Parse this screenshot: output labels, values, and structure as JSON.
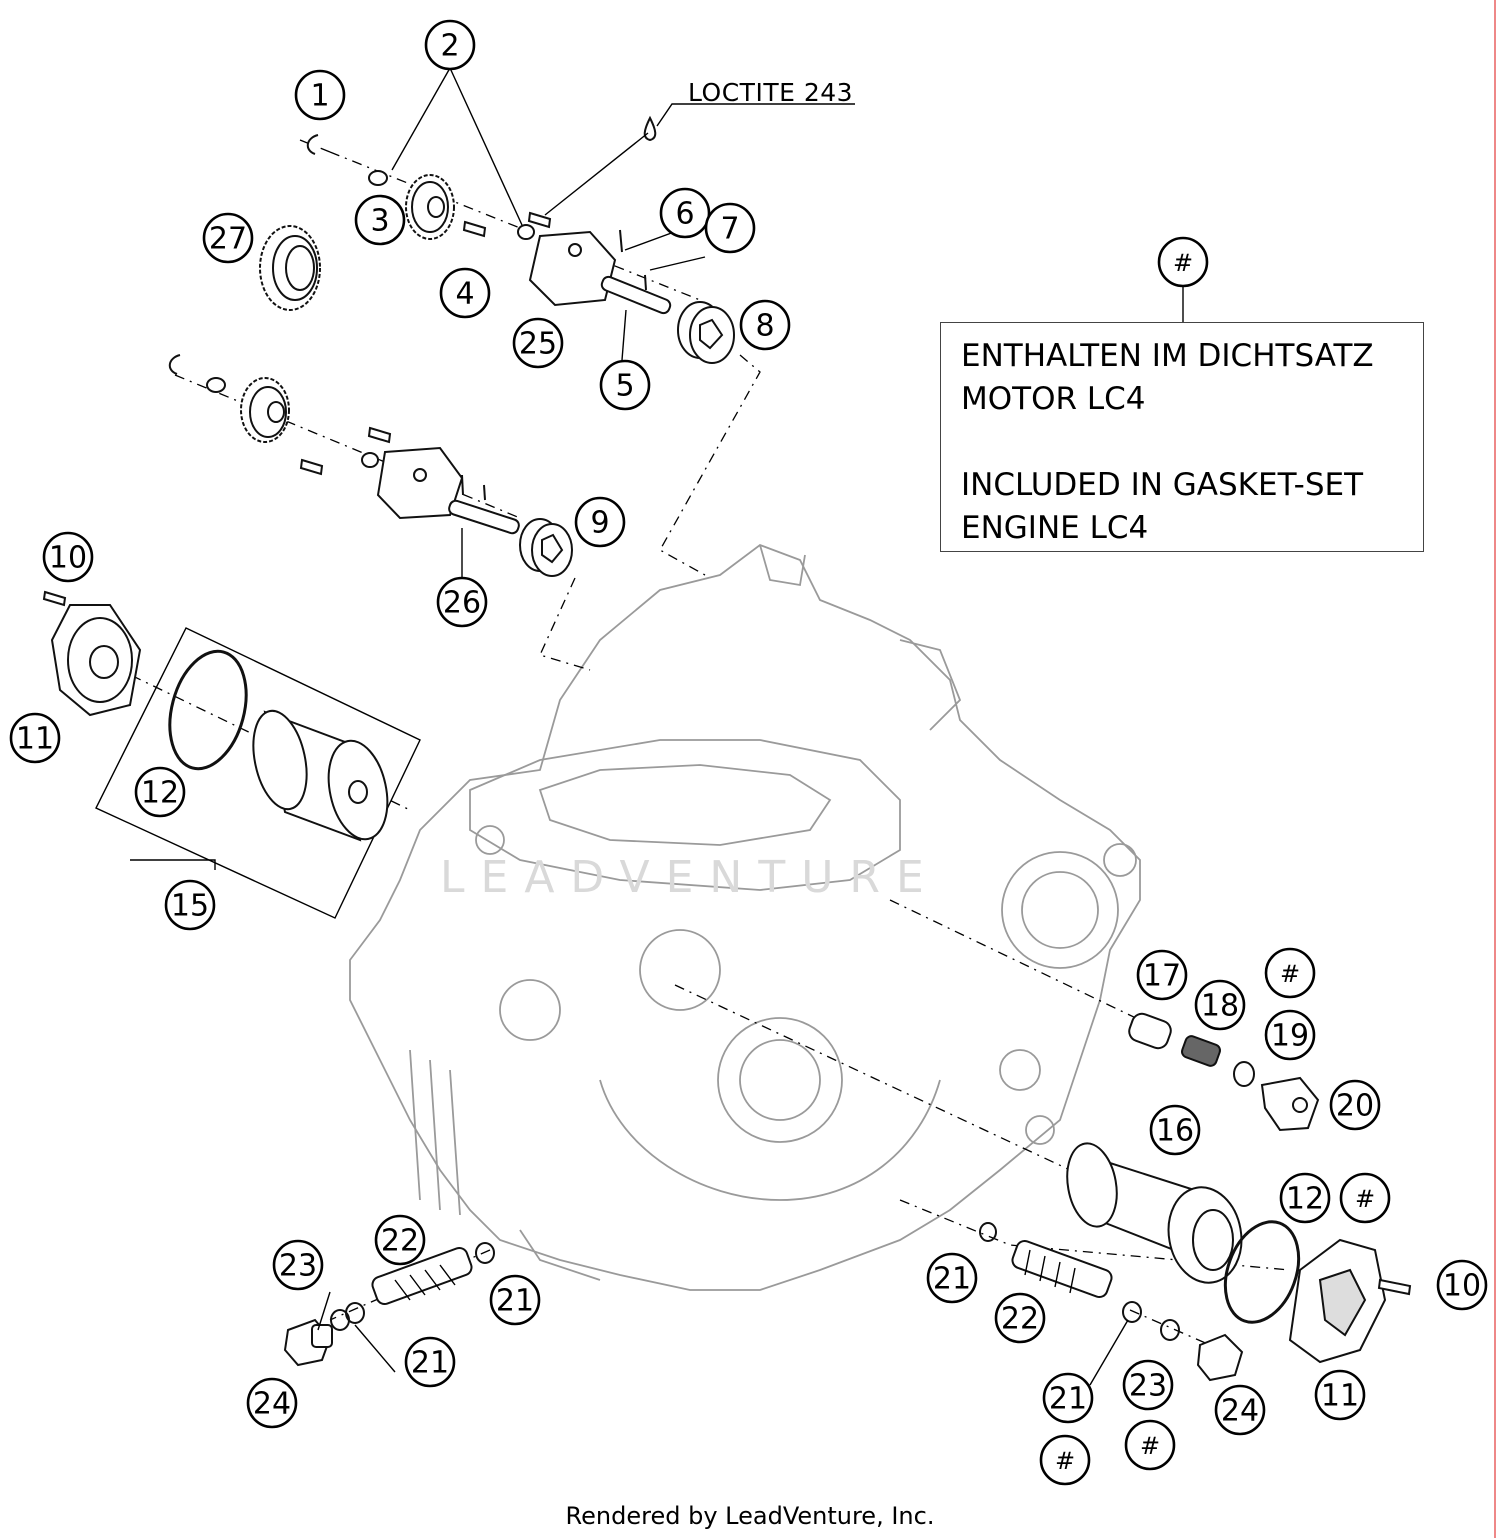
{
  "loctite_label": "LOCTITE 243",
  "note_box": {
    "symbol": "#",
    "line1": "ENTHALTEN IM DICHTSATZ",
    "line2": "MOTOR LC4",
    "line3": "INCLUDED IN GASKET-SET",
    "line4": "ENGINE LC4"
  },
  "watermark": "LEADVENTURE",
  "footer": "Rendered by LeadVenture, Inc.",
  "callouts": [
    {
      "id": "c1",
      "label": "1"
    },
    {
      "id": "c2",
      "label": "2"
    },
    {
      "id": "c3",
      "label": "3"
    },
    {
      "id": "c4",
      "label": "4"
    },
    {
      "id": "c5",
      "label": "5"
    },
    {
      "id": "c6",
      "label": "6"
    },
    {
      "id": "c7",
      "label": "7"
    },
    {
      "id": "c8",
      "label": "8"
    },
    {
      "id": "c9",
      "label": "9"
    },
    {
      "id": "c10a",
      "label": "10"
    },
    {
      "id": "c10b",
      "label": "10"
    },
    {
      "id": "c11a",
      "label": "11"
    },
    {
      "id": "c11b",
      "label": "11"
    },
    {
      "id": "c12a",
      "label": "12"
    },
    {
      "id": "c12b",
      "label": "12"
    },
    {
      "id": "c15",
      "label": "15"
    },
    {
      "id": "c16",
      "label": "16"
    },
    {
      "id": "c17",
      "label": "17"
    },
    {
      "id": "c18",
      "label": "18"
    },
    {
      "id": "c19",
      "label": "19"
    },
    {
      "id": "c20",
      "label": "20"
    },
    {
      "id": "c21a",
      "label": "21"
    },
    {
      "id": "c21b",
      "label": "21"
    },
    {
      "id": "c21c",
      "label": "21"
    },
    {
      "id": "c21d",
      "label": "21"
    },
    {
      "id": "c22a",
      "label": "22"
    },
    {
      "id": "c22b",
      "label": "22"
    },
    {
      "id": "c23a",
      "label": "23"
    },
    {
      "id": "c23b",
      "label": "23"
    },
    {
      "id": "c24a",
      "label": "24"
    },
    {
      "id": "c24b",
      "label": "24"
    },
    {
      "id": "c25",
      "label": "25"
    },
    {
      "id": "c26",
      "label": "26"
    },
    {
      "id": "c27",
      "label": "27"
    },
    {
      "id": "h1",
      "label": "#"
    },
    {
      "id": "h2",
      "label": "#"
    },
    {
      "id": "h3",
      "label": "#"
    },
    {
      "id": "h4",
      "label": "#"
    },
    {
      "id": "h5",
      "label": "#"
    }
  ]
}
